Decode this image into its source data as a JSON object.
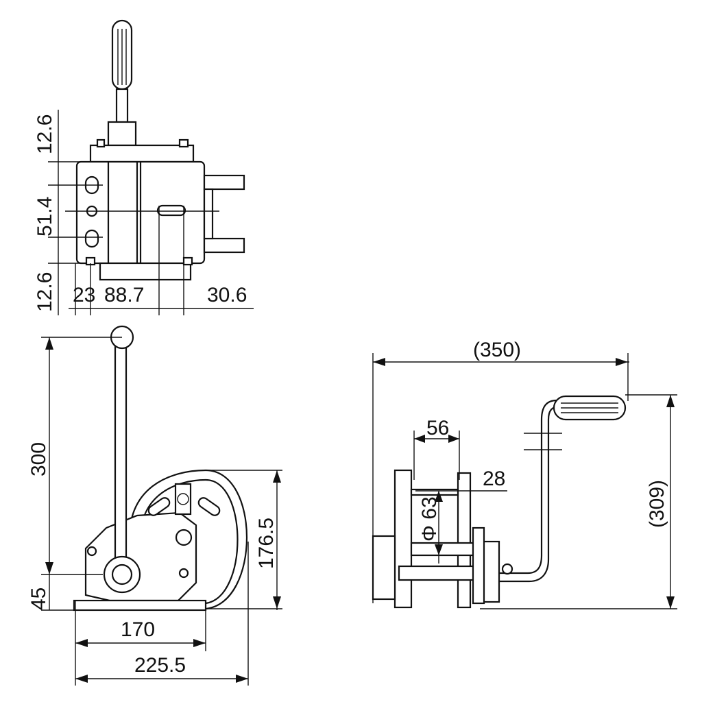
{
  "dimensions": {
    "top_view": {
      "upper_offset": "12.6",
      "slot_pitch": "51.4",
      "lower_offset": "12.6",
      "left_width": "23",
      "mid_width": "88.7",
      "shaft_length": "30.6"
    },
    "side_view": {
      "handle_height": "300",
      "base_height": "45",
      "drum_height": "176.5",
      "base_width": "170",
      "overall_width": "225.5"
    },
    "front_view": {
      "overall_length": "(350)",
      "overall_height": "(309)",
      "frame_width": "56",
      "drum_width": "28",
      "drum_diameter": "Φ 63"
    }
  }
}
